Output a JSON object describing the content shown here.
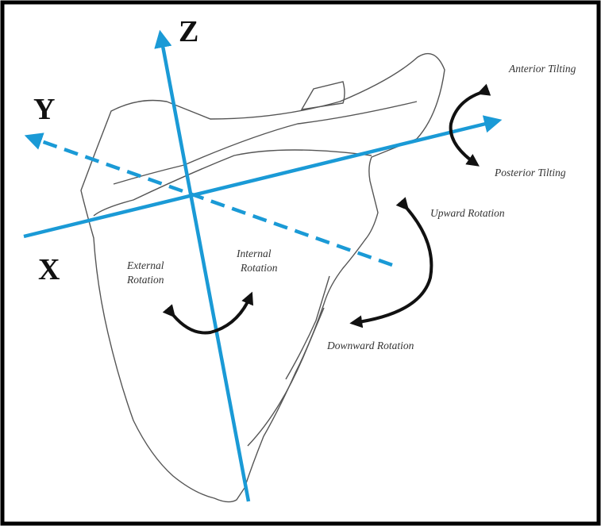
{
  "diagram": {
    "axes": {
      "z": {
        "label": "Z"
      },
      "y": {
        "label": "Y"
      },
      "x": {
        "label": "X"
      }
    },
    "motions": {
      "anterior_tilting": "Anterior Tilting",
      "posterior_tilting": "Posterior Tilting",
      "upward_rotation": "Upward Rotation",
      "downward_rotation": "Downward Rotation",
      "external_rotation": {
        "line1": "External",
        "line2": "Rotation"
      },
      "internal_rotation": {
        "line1": "Internal",
        "line2": "Rotation"
      }
    },
    "colors": {
      "axis": "#1a9ad6",
      "arrow": "#111111",
      "outline": "#555555",
      "frame": "#000000"
    }
  }
}
